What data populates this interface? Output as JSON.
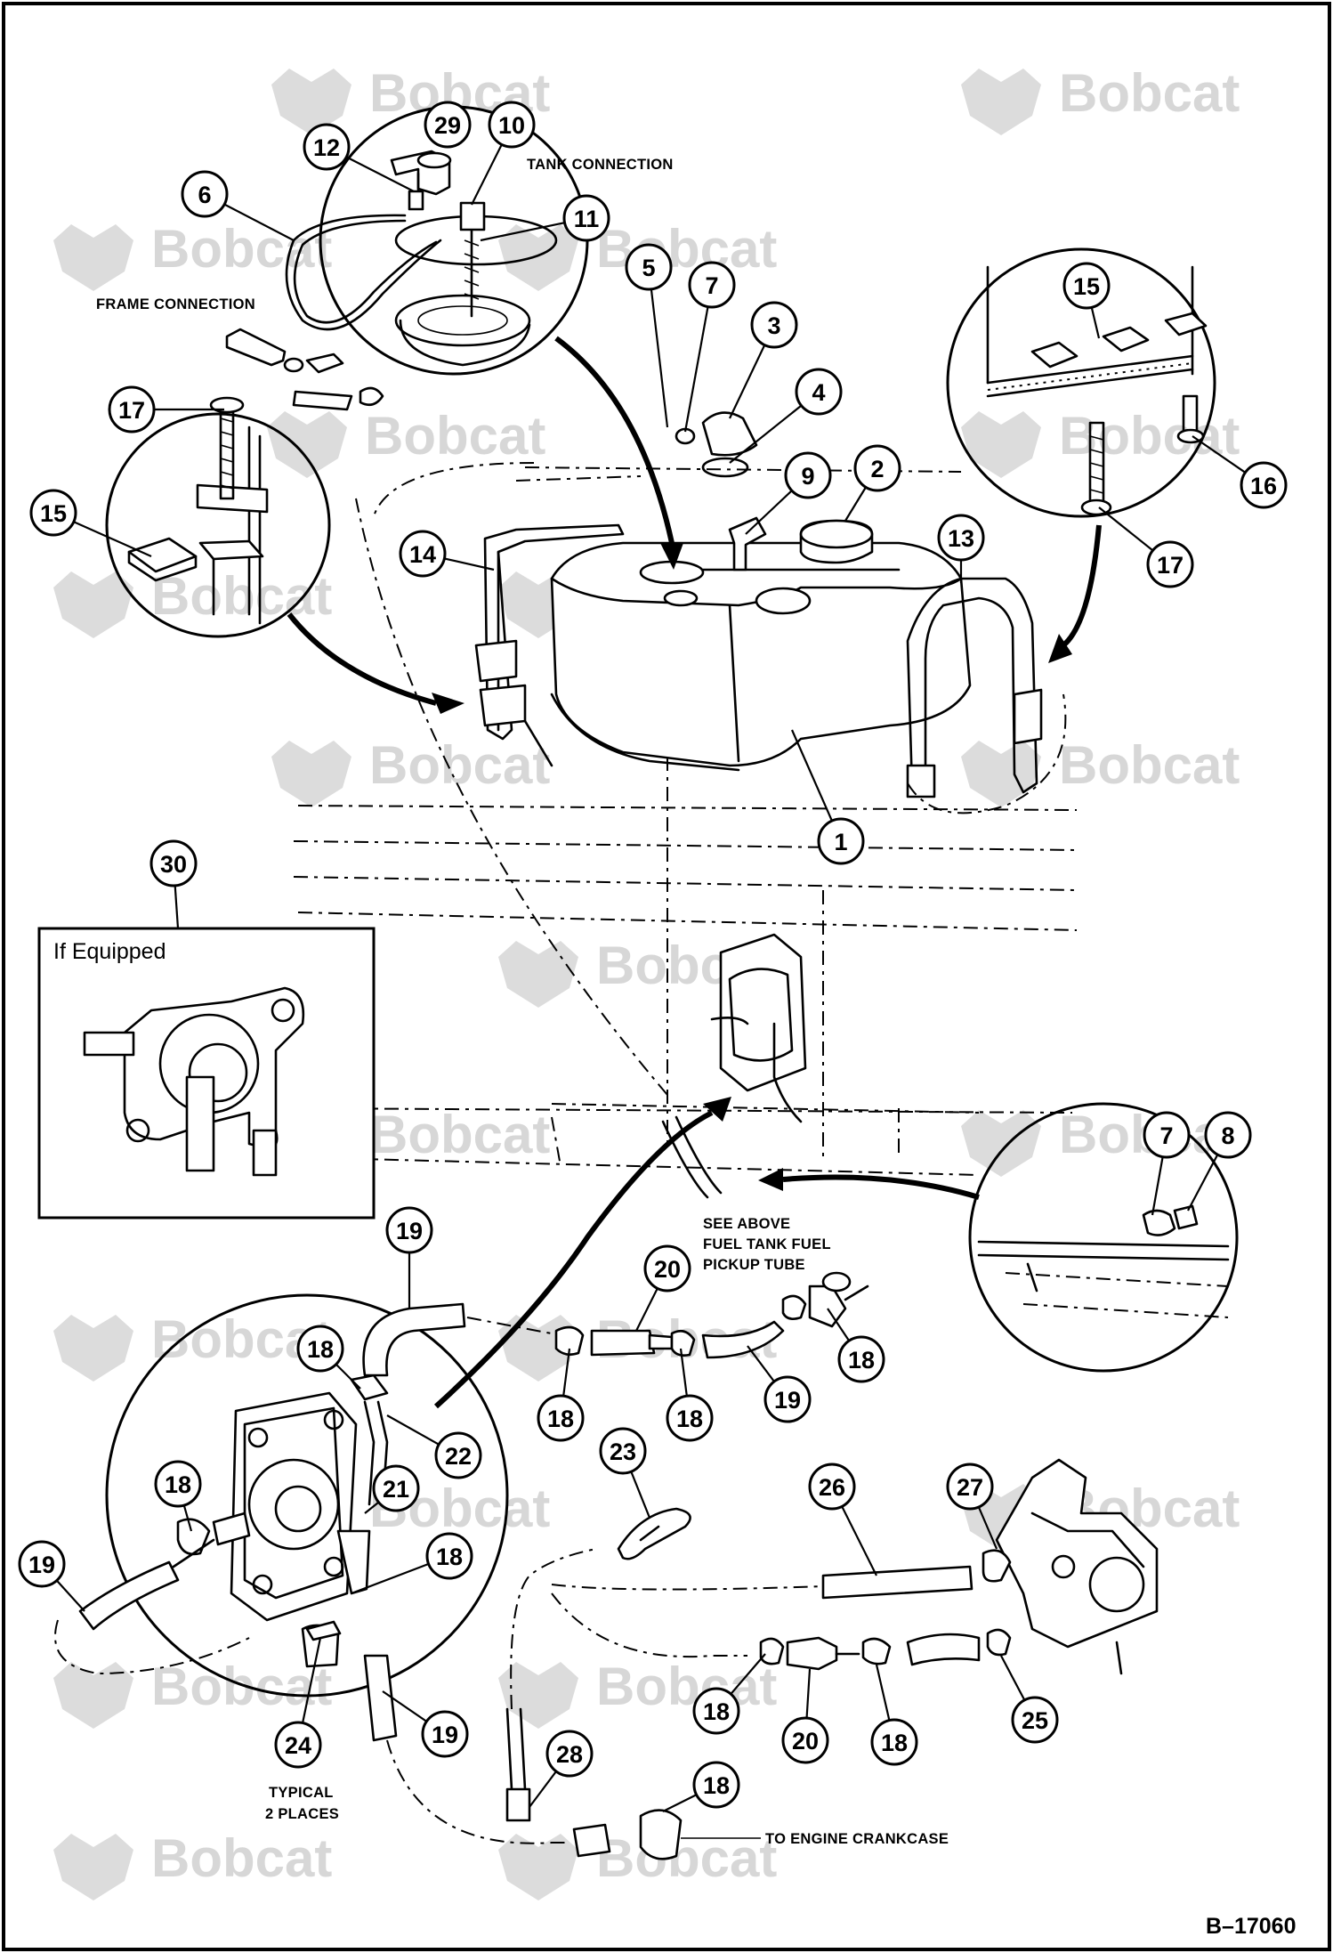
{
  "diagram": {
    "watermark": "Bobcat",
    "reference": "B–17060",
    "text_labels": {
      "tank_connection": "TANK CONNECTION",
      "frame_connection": "FRAME CONNECTION",
      "see_above_1": "SEE ABOVE",
      "see_above_2": "FUEL TANK FUEL",
      "see_above_3": "PICKUP TUBE",
      "typical_1": "TYPICAL",
      "typical_2": "2 PLACES",
      "to_engine": "TO ENGINE CRANKCASE",
      "if_equipped": "If Equipped"
    },
    "callouts": [
      "29",
      "10",
      "12",
      "6",
      "11",
      "5",
      "7",
      "3",
      "4",
      "9",
      "2",
      "17",
      "15",
      "14",
      "13",
      "1",
      "15",
      "16",
      "17",
      "30",
      "7",
      "8",
      "19",
      "20",
      "18",
      "18",
      "18",
      "19",
      "18",
      "22",
      "21",
      "23",
      "26",
      "27",
      "18",
      "19",
      "18",
      "24",
      "19",
      "18",
      "20",
      "18",
      "25",
      "28",
      "18"
    ]
  }
}
